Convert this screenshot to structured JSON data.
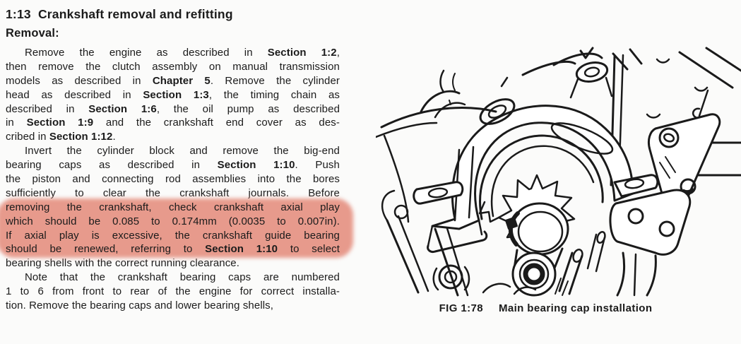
{
  "article": {
    "heading": "1:13  Crankshaft removal and refitting",
    "subheading": "Removal:",
    "paragraphs": [
      {
        "lines": [
          {
            "ind": true,
            "seg": [
              {
                "t": "Remove the engine as described in "
              },
              {
                "t": "Section 1:2",
                "b": true
              },
              {
                "t": ","
              }
            ]
          },
          {
            "seg": [
              {
                "t": "then remove the clutch assembly on manual transmission"
              }
            ]
          },
          {
            "seg": [
              {
                "t": "models as described in "
              },
              {
                "t": "Chapter 5",
                "b": true
              },
              {
                "t": ". Remove the cylinder"
              }
            ]
          },
          {
            "seg": [
              {
                "t": "head as described in "
              },
              {
                "t": "Section 1:3",
                "b": true
              },
              {
                "t": ", the timing chain as"
              }
            ]
          },
          {
            "seg": [
              {
                "t": "described in "
              },
              {
                "t": "Section 1:6",
                "b": true
              },
              {
                "t": ", the oil pump as described"
              }
            ]
          },
          {
            "seg": [
              {
                "t": "in "
              },
              {
                "t": "Section 1:9",
                "b": true
              },
              {
                "t": " and the crankshaft end cover as des-"
              }
            ]
          },
          {
            "last": true,
            "seg": [
              {
                "t": "cribed in "
              },
              {
                "t": "Section 1:12",
                "b": true
              },
              {
                "t": "."
              }
            ]
          }
        ]
      },
      {
        "lines": [
          {
            "ind": true,
            "seg": [
              {
                "t": "Invert the cylinder block and remove the big-end"
              }
            ]
          },
          {
            "seg": [
              {
                "t": "bearing caps as described in "
              },
              {
                "t": "Section 1:10",
                "b": true
              },
              {
                "t": ". Push"
              }
            ]
          },
          {
            "seg": [
              {
                "t": "the piston and connecting rod assemblies into the bores"
              }
            ]
          },
          {
            "seg": [
              {
                "t": "sufficiently to clear the crankshaft journals. Before"
              }
            ]
          },
          {
            "hl": true,
            "seg": [
              {
                "t": "removing the crankshaft, check crankshaft axial play"
              }
            ]
          },
          {
            "hl": true,
            "seg": [
              {
                "t": "which should be 0.085 to 0.174mm (0.0035 to 0.007in)."
              }
            ]
          },
          {
            "hl": true,
            "seg": [
              {
                "t": "If axial play is excessive, the crankshaft guide bearing"
              }
            ]
          },
          {
            "hl": true,
            "seg": [
              {
                "t": "should be renewed, referring to "
              },
              {
                "t": "Section 1:10",
                "b": true
              },
              {
                "t": " to select"
              }
            ]
          },
          {
            "last": true,
            "seg": [
              {
                "t": "bearing shells with the correct running clearance."
              }
            ]
          }
        ]
      },
      {
        "lines": [
          {
            "ind": true,
            "seg": [
              {
                "t": "Note that the crankshaft bearing caps are numbered"
              }
            ]
          },
          {
            "seg": [
              {
                "t": "1 to 6 from front to rear of the engine for correct installa-"
              }
            ]
          },
          {
            "last": true,
            "seg": [
              {
                "t": "tion. Remove the bearing caps and lower bearing shells,"
              }
            ]
          }
        ]
      }
    ]
  },
  "highlight": {
    "color": "#e79a8c"
  },
  "figure": {
    "caption_fig": "FIG 1:78",
    "caption_title": "Main bearing cap installation"
  },
  "measurements": {
    "axial_play_mm": "0.085 to 0.174mm",
    "axial_play_in": "0.0035 to 0.007in"
  }
}
